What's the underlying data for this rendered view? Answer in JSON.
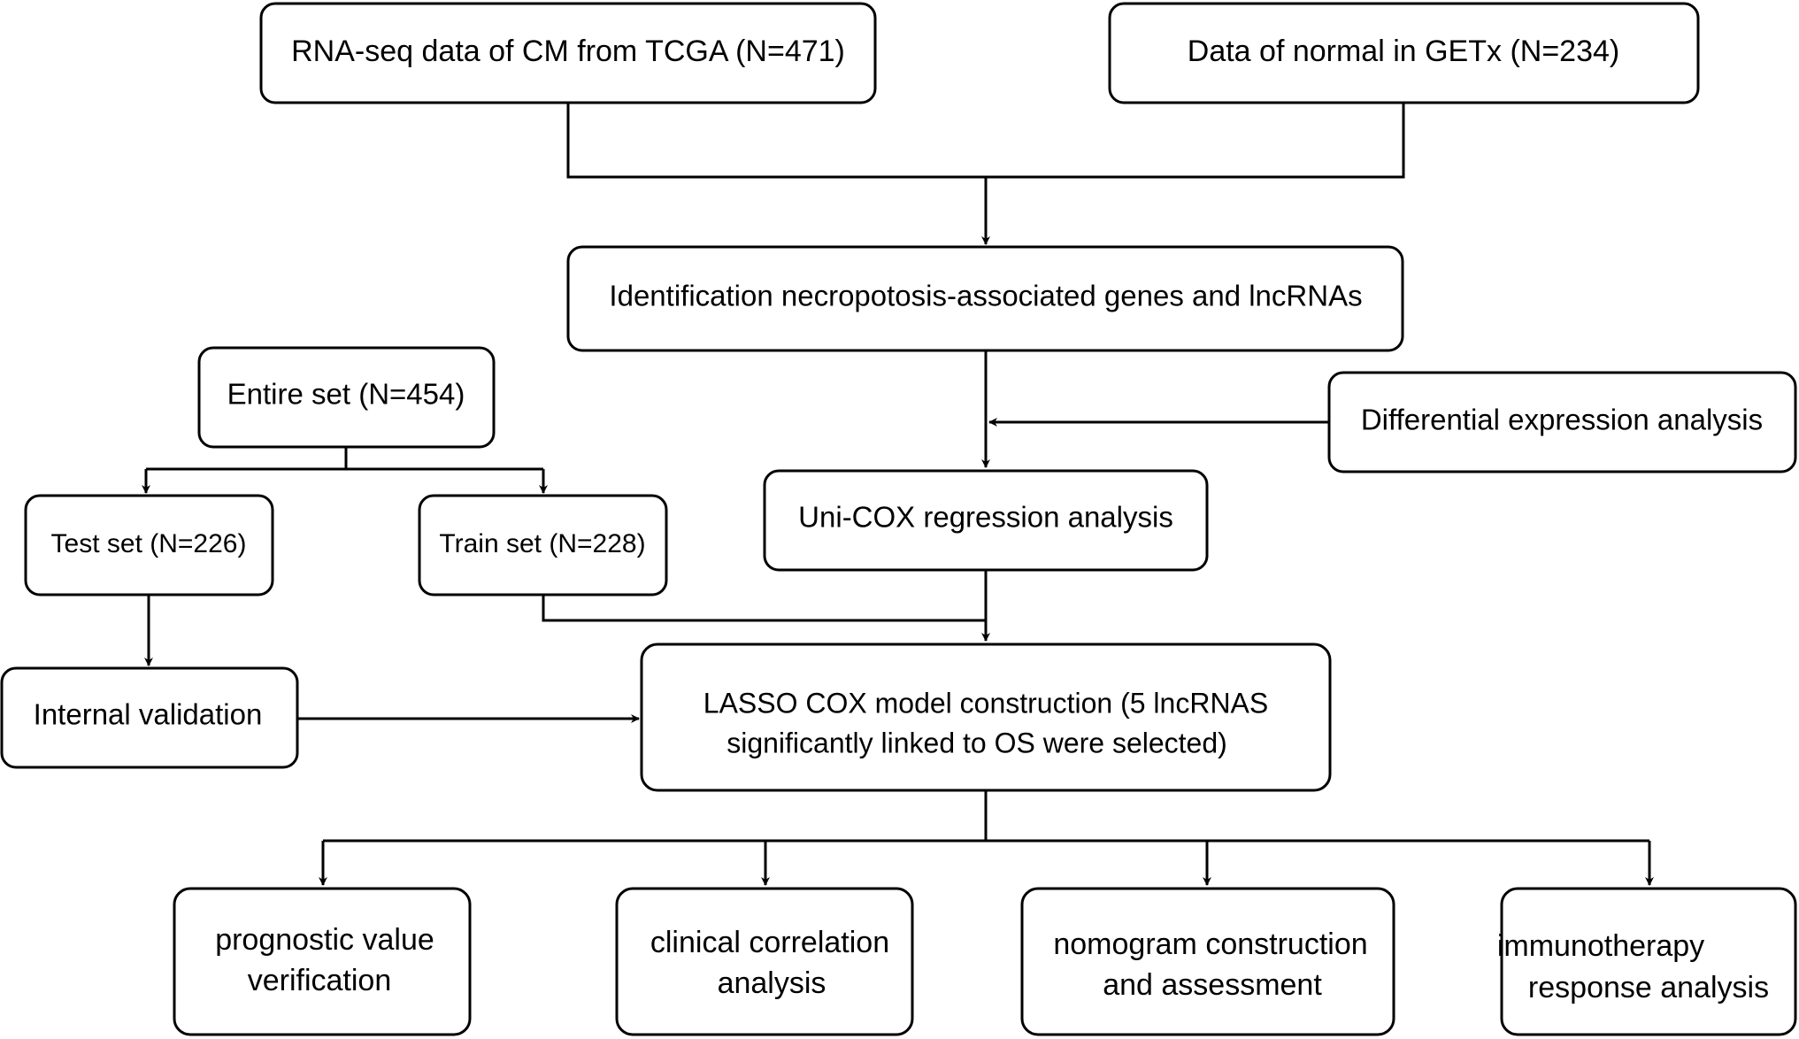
{
  "nodes": {
    "tcga": "RNA-seq data of CM from TCGA (N=471)",
    "gtex": "Data of normal in GETx (N=234)",
    "identification": "Identification necropotosis-associated genes and lncRNAs",
    "entire_set": "Entire set (N=454)",
    "differential": "Differential expression analysis",
    "test_set": "Test set (N=226)",
    "train_set": "Train set (N=228)",
    "uni_cox": "Uni-COX regression analysis",
    "internal_validation": "Internal validation",
    "lasso_line1": "LASSO COX model construction (5 lncRNAS",
    "lasso_line2": "significantly linked to OS were selected)",
    "prognostic_line1": "prognostic value",
    "prognostic_line2": "verification",
    "clinical_line1": "clinical correlation",
    "clinical_line2": "analysis",
    "nomogram_line1": "nomogram construction",
    "nomogram_line2": "and assessment",
    "immuno_line1": "immunotherapy",
    "immuno_line2": "response analysis"
  },
  "colors": {
    "stroke": "#000000",
    "fill": "#ffffff",
    "text": "#000000"
  }
}
